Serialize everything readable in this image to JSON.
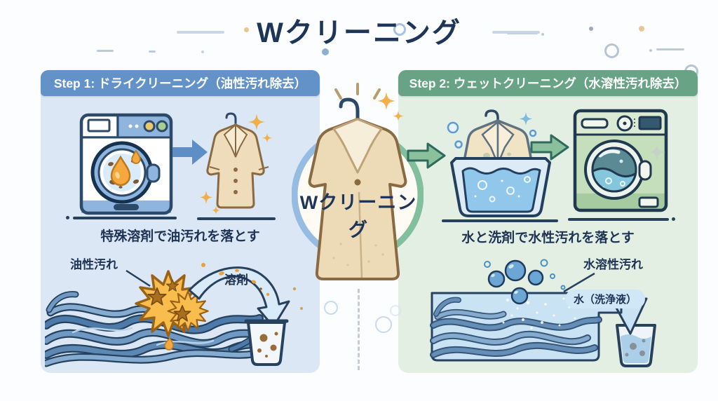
{
  "title": "Wクリーニング",
  "center": {
    "badge": "Wクリーニング"
  },
  "step1": {
    "header": "Step 1: ドライクリーニング（油性汚れ除去）",
    "caption": "特殊溶剤で油汚れを落とす",
    "stain_label": "油性汚れ",
    "flow_label": "溶剤"
  },
  "step2": {
    "header": "Step 2: ウェットクリーニング（水溶性汚れ除去）",
    "caption": "水と洗剤で水性汚れを落とす",
    "stain_label": "水溶性汚れ",
    "flow_label": "水（洗浄液）"
  },
  "icons": {
    "washing-machine-dry": "front-load washer with oil droplet in drum",
    "washing-machine-wet": "green washer with water swirl in drum",
    "clean-coat": "beige coat on hanger with sparkles",
    "center-coat": "large coat on hanger inside blue/green ring",
    "soak-basin": "coat soaking in basin of water",
    "arrow-right-blue": "solid blue right arrow",
    "arrow-right-green": "outlined green right arrow",
    "oil-stain-burst": "orange starburst stain on fibers",
    "solvent-arc-arrow": "light blue arc arrow into cup",
    "water-channel-arrow": "water flow arrow into beaker"
  },
  "colors": {
    "title_text": "#1d3557",
    "step1_header_bg": "#6392c8",
    "step1_panel_bg": "#dbe7f5",
    "step2_header_bg": "#67a384",
    "step2_panel_bg": "#e4efe4",
    "arrow_blue": "#5d8fc6",
    "arrow_green": "#8ac09b",
    "oil_stain": "#f8bd4d",
    "water": "#c9e3f4",
    "outline_navy": "#27425f"
  }
}
